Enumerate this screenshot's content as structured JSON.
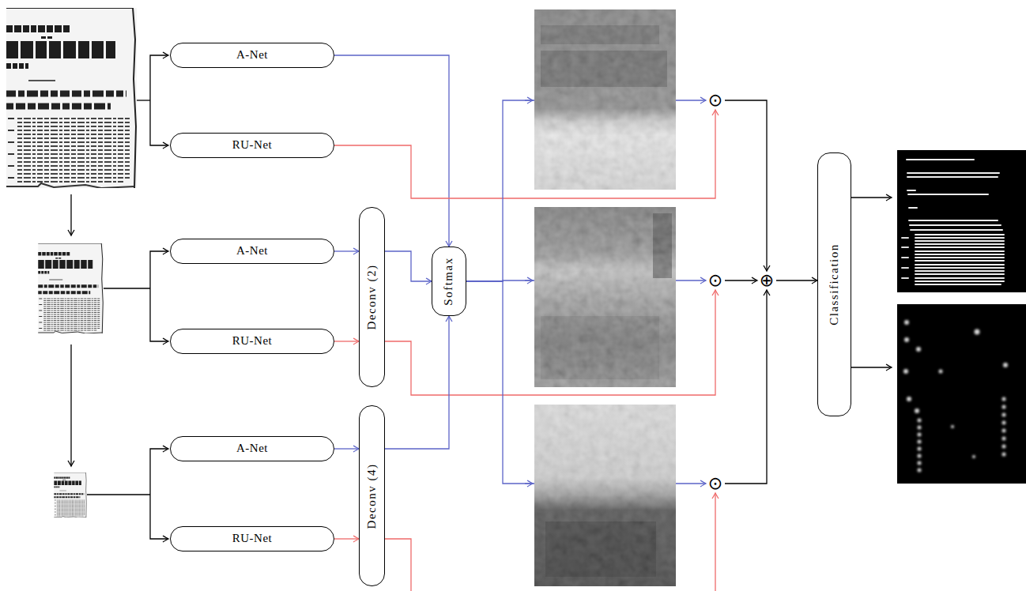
{
  "diagram": {
    "nodes": [
      {
        "text": [
          "A-Net"
        ]
      },
      {
        "text": [
          "RU-Net"
        ]
      },
      {
        "text": [
          "A-Net"
        ]
      },
      {
        "text": [
          "RU-Net"
        ]
      },
      {
        "text": [
          "A-Net"
        ]
      },
      {
        "text": [
          "RU-Net"
        ]
      },
      {
        "text": [
          "Deconv (2)"
        ]
      },
      {
        "text": [
          "Deconv (4)"
        ]
      },
      {
        "text": [
          "Softmax"
        ]
      },
      {
        "text": [
          "⊙"
        ]
      },
      {
        "text": [
          "⊙"
        ]
      },
      {
        "text": [
          "⊙"
        ]
      },
      {
        "text": [
          "⊕"
        ]
      },
      {
        "text": [
          "Classification"
        ]
      }
    ],
    "edges": [
      {
        "from": 0,
        "to": 8,
        "arrow": "to"
      },
      {
        "from": 1,
        "to": 9,
        "arrow": "to"
      },
      {
        "from": 2,
        "to": 6,
        "arrow": "to"
      },
      {
        "from": 3,
        "to": 6,
        "arrow": "to"
      },
      {
        "from": 4,
        "to": 7,
        "arrow": "to"
      },
      {
        "from": 5,
        "to": 7,
        "arrow": "to"
      },
      {
        "from": 6,
        "to": 8,
        "arrow": "to"
      },
      {
        "from": 6,
        "to": 10,
        "arrow": "to"
      },
      {
        "from": 7,
        "to": 8,
        "arrow": "to"
      },
      {
        "from": 7,
        "to": 11,
        "arrow": "to"
      },
      {
        "from": 8,
        "to": 9,
        "arrow": "to"
      },
      {
        "from": 8,
        "to": 10,
        "arrow": "to"
      },
      {
        "from": 8,
        "to": 11,
        "arrow": "to"
      },
      {
        "from": 9,
        "to": 12,
        "arrow": "to"
      },
      {
        "from": 10,
        "to": 12,
        "arrow": "to"
      },
      {
        "from": 11,
        "to": 12,
        "arrow": "to"
      },
      {
        "from": 12,
        "to": 13,
        "arrow": "to"
      }
    ]
  }
}
